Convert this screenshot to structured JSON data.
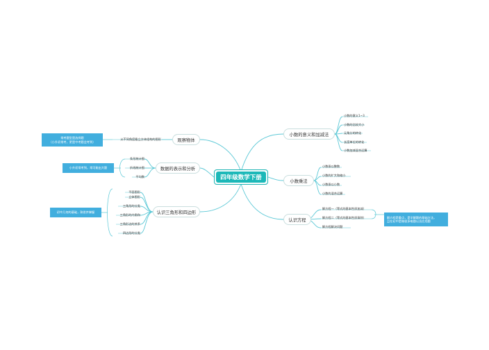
{
  "central": {
    "title": "四年级数学下册"
  },
  "branches": {
    "observe": {
      "label": "观察物体",
      "leaves": [
        "从不同角度看立方体组构的图形"
      ]
    },
    "data": {
      "label": "数据的表示和分析",
      "leaves": [
        "条形统计图",
        "折线统计图",
        "平均数"
      ]
    },
    "triangle": {
      "label": "认识三角形和四边形",
      "leaves": [
        "平面图形",
        "立体图形",
        "三角形的分类",
        "三角形的内角和",
        "三角形边的关系",
        "四边形的分类"
      ]
    },
    "decimal_meaning": {
      "label": "小数的意义和加减法",
      "leaves": [
        "小数的意义1~3",
        "小数的比较大小",
        "元角分的转化",
        "长度单位的转化",
        "小数加减混合运算"
      ]
    },
    "decimal_mult": {
      "label": "小数乘法",
      "leaves": [
        "小数乘以整数",
        "小数的扩大和缩小",
        "小数乘以小数",
        "小数的混合运算"
      ]
    },
    "equation": {
      "label": "认识方程",
      "leaves": [
        "解方程一（等式的基本性质加减）",
        "解方程二（等式的基本性质乘除）",
        "解方程解决问题"
      ]
    }
  },
  "callouts": {
    "observe": [
      "常考题型是选择题",
      "（小升初常考，更是中考题会考到）"
    ],
    "data": [
      "小升初常考到，常可能出大题"
    ],
    "triangle": [
      "初中几何的基础，熟悉并掌握"
    ],
    "equation": [
      "解方程是重点，是学解题的基础方法，",
      "且在初中是做很多难题以及应用题"
    ]
  },
  "colors": {
    "line": "#5bc8d6",
    "central": "#1cb8b8",
    "callout": "#41aede",
    "branch_border": "#c9dede"
  }
}
